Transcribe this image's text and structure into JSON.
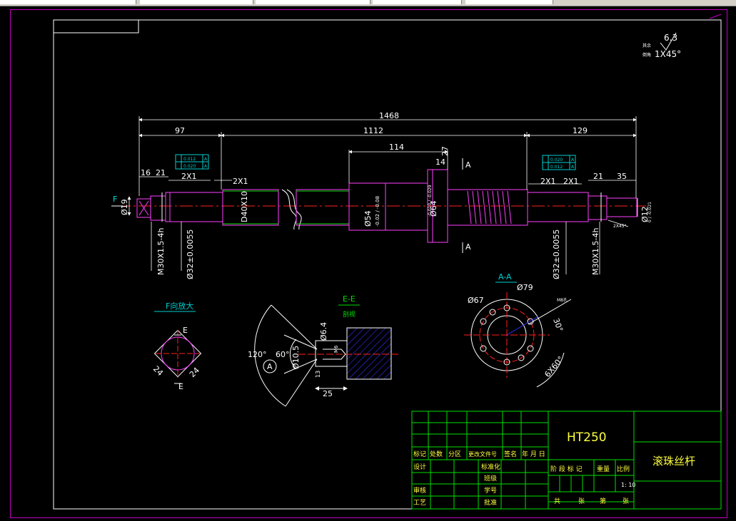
{
  "colors": {
    "background": "#000000",
    "outline": "#ffffff",
    "part": "#ff40ff",
    "centerline": "#ff2020",
    "dimension": "#ffffff",
    "tolerance_frame": "#00d0d0",
    "title_grid": "#00e000",
    "title_text": "#ffff40",
    "hatch": "#3030ff",
    "sheet_border": "#c000c0"
  },
  "roughness": {
    "value": "6.3",
    "chamfer_label": "倒角",
    "other_label": "其余",
    "chamfer": "1X45°"
  },
  "dims": {
    "overall": "1468",
    "left": "97",
    "middle": "1112",
    "right": "129",
    "nut": "114",
    "flange": "27",
    "flange_w": "14",
    "left_end": "16",
    "left_end2": "21",
    "right_end": "21",
    "right_end2": "35",
    "groove1": "2X1",
    "groove2": "2X1",
    "groove3": "2X1",
    "groove4": "2X1",
    "thread_spec": "D40X10",
    "dia_19": "Ø19",
    "dia_54": "Ø54",
    "tol_54": "-0.02 / -0.08",
    "dia_64": "Ø64",
    "tol_64": "-0.010 / -0.029",
    "dia_12": "Ø12",
    "tol_12": "0 / -0.021",
    "chamfer_r": "2X45°",
    "left_thread": "M30X1.5-4h",
    "left_bearing": "Ø32±0.0055",
    "right_bearing": "Ø32±0.0055",
    "right_thread": "M30X1.5-4h",
    "view_F": "F",
    "section_A": "A"
  },
  "tolerance_frames": {
    "left": {
      "row1": "0.012",
      "row1_ref": "A",
      "row2": "0.020",
      "row2_ref": "A"
    },
    "right": {
      "row1": "0.020",
      "row1_ref": "A",
      "row2": "0.012",
      "row2_ref": "A"
    }
  },
  "view_f": {
    "title": "F向放大",
    "mark": "E",
    "dim_a": "24",
    "dim_b": "24"
  },
  "section_e": {
    "title": "E-E",
    "subtitle": "剖视",
    "angle1": "120°",
    "angle2": "60°",
    "dia_a": "Ø10.5",
    "dia_b": "Ø6.4",
    "depth": "25",
    "small1": "13",
    "small2": "M6",
    "label_a": "A"
  },
  "section_aa": {
    "title": "A-A",
    "dia_79": "Ø79",
    "dia_67": "Ø67",
    "thread": "M8孔",
    "angle": "30°",
    "holes": "6X60°"
  },
  "title_block": {
    "material": "HT250",
    "part_name": "滚珠丝杆",
    "hdr": [
      "标记",
      "处数",
      "分区",
      "更改文件号",
      "签名",
      "年 月 日"
    ],
    "left_rows": [
      "设计",
      "",
      "审核",
      "工艺"
    ],
    "mid_rows": [
      "标准化",
      "班级",
      "学号",
      "批准"
    ],
    "stage_hdr": [
      "阶 段 标 记",
      "重量",
      "比例"
    ],
    "scale": "1: 10",
    "sheet": [
      "共",
      "张",
      "第",
      "张"
    ]
  }
}
